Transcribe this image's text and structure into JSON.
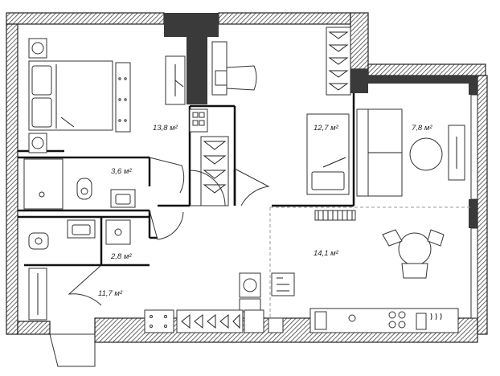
{
  "rooms": [
    {
      "id": "bedroom",
      "area": "13,8 м²"
    },
    {
      "id": "bedroom-2",
      "area": "12,7 м²"
    },
    {
      "id": "room-3",
      "area": "7,8 м²"
    },
    {
      "id": "bathroom",
      "area": "3,6 м²"
    },
    {
      "id": "wc",
      "area": "2,8 м²"
    },
    {
      "id": "living",
      "area": "14,1 м²"
    },
    {
      "id": "hall",
      "area": "11,7 м²"
    }
  ]
}
